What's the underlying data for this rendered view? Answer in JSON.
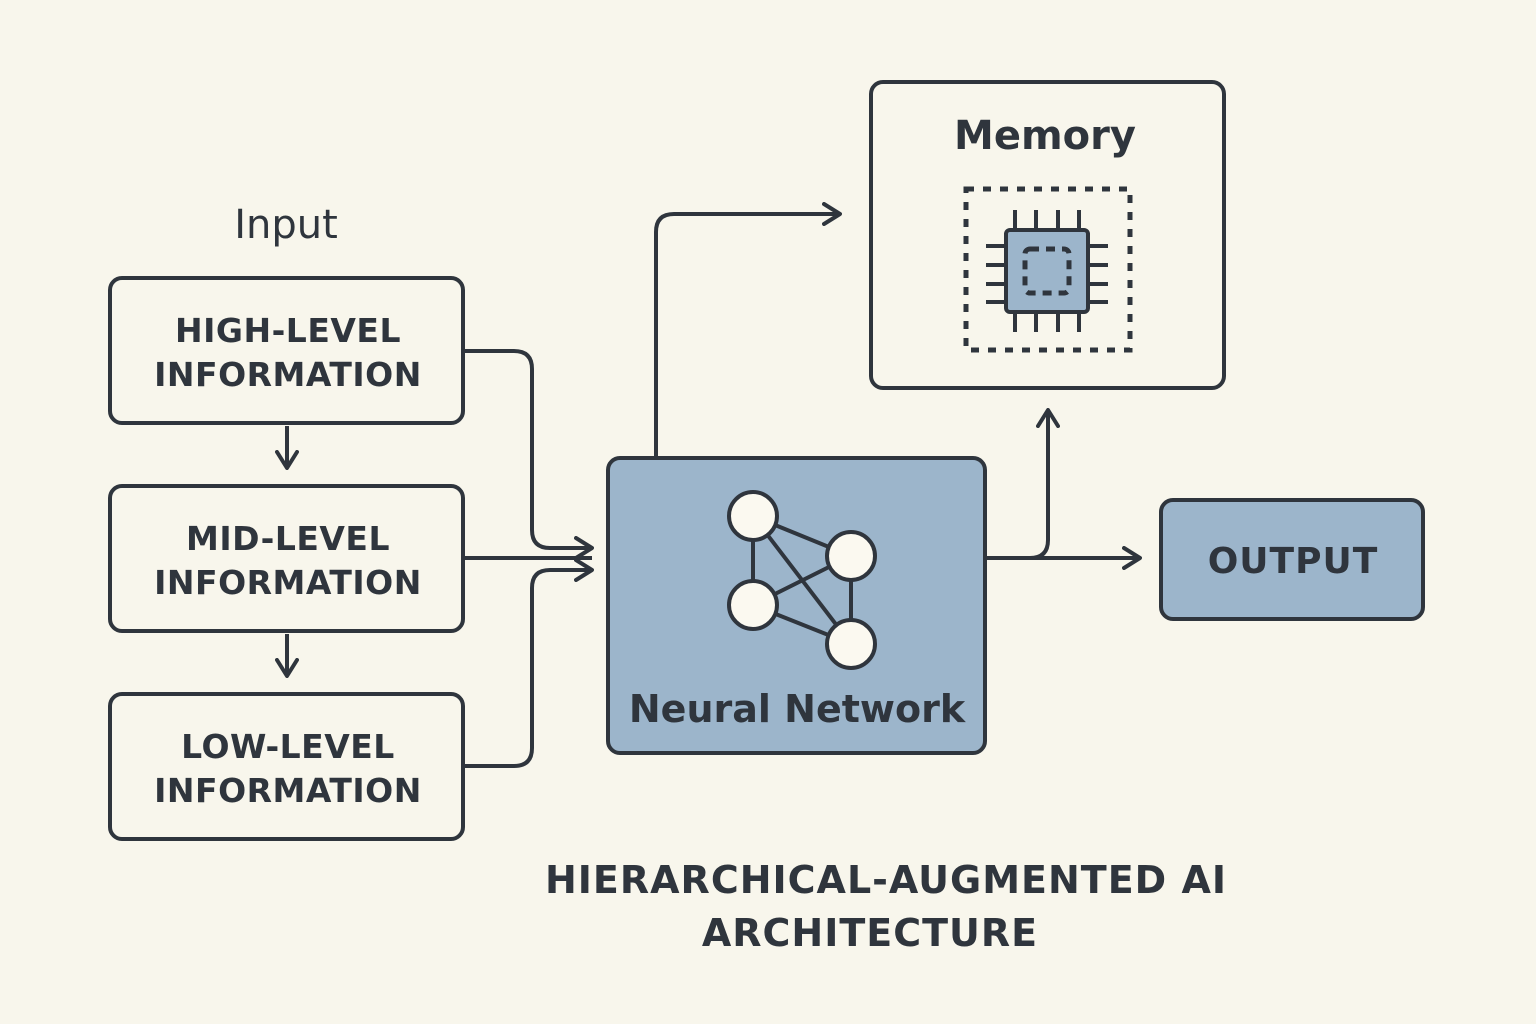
{
  "colors": {
    "background": "#f8f6ec",
    "stroke": "#2f353d",
    "accent_fill": "#9cb5cb",
    "node_fill": "#fbf9f0"
  },
  "input": {
    "heading": "Input",
    "levels": [
      {
        "line1": "HIGH-LEVEL",
        "line2": "INFORMATION"
      },
      {
        "line1": "MID-LEVEL",
        "line2": "INFORMATION"
      },
      {
        "line1": "LOW-LEVEL",
        "line2": "INFORMATION"
      }
    ]
  },
  "neural_network": {
    "label": "Neural Network",
    "icon": "neural-network-icon"
  },
  "memory": {
    "label": "Memory",
    "icon": "memory-chip-icon"
  },
  "output": {
    "label": "OUTPUT"
  },
  "title": {
    "line1": "HIERARCHICAL-AUGMENTED AI",
    "line2": "ARCHITECTURE"
  }
}
